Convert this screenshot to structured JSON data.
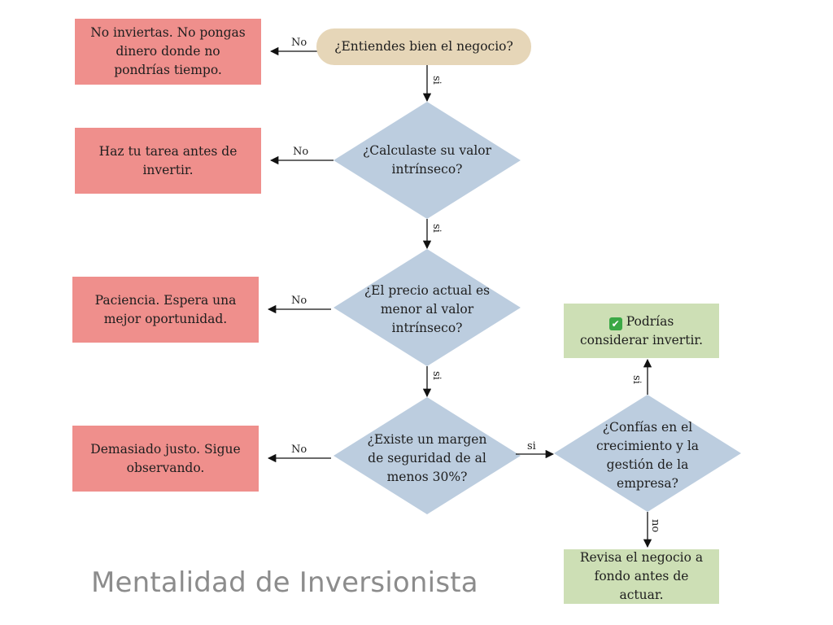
{
  "nodes": {
    "q1": "¿Entiendes bien el negocio?",
    "q2": "¿Calculaste su valor intrínseco?",
    "q3": "¿El precio actual es menor al valor intrínseco?",
    "q4": "¿Existe un margen de seguridad de al menos 30%?",
    "q5": "¿Confías en el crecimiento y la gestión de la empresa?",
    "r1": "No inviertas. No pongas dinero donde no pondrías tiempo.",
    "r2": "Haz tu tarea antes de invertir.",
    "r3": "Paciencia. Espera una mejor oportunidad.",
    "r4": "Demasiado justo. Sigue observando.",
    "g1": "Podrías considerar invertir.",
    "g2": "Revisa el negocio a fondo antes de actuar."
  },
  "edges": {
    "no1": "No",
    "no2": "No",
    "no3": "No",
    "no4": "No",
    "si1": "si",
    "si2": "si",
    "si3": "si",
    "si4": "si",
    "si5": "si",
    "no5": "no"
  },
  "footer": {
    "title": "Mentalidad de Inversionista"
  },
  "colors": {
    "decision": "#bccddf",
    "negative": "#ef8f8c",
    "positive": "#cddfb5",
    "start": "#e6d6b8",
    "check_icon": "#3aa845"
  },
  "icons": {
    "check": "check-mark-icon"
  }
}
